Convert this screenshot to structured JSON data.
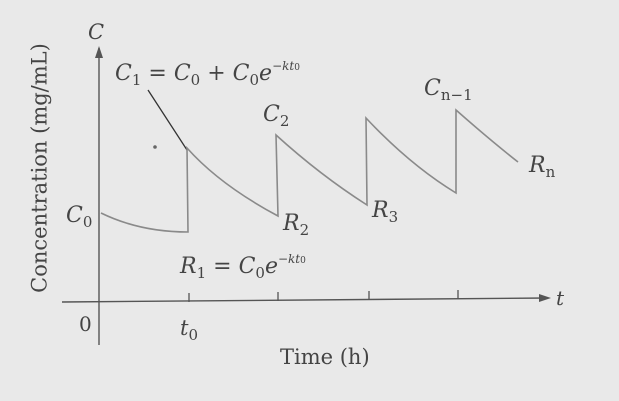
{
  "axes": {
    "y_symbol": "C",
    "x_symbol": "t",
    "y_label": "Concentration (mg/mL)",
    "x_label": "Time (h)",
    "origin": "0"
  },
  "labels": {
    "c0": {
      "sym": "C",
      "sub": "0"
    },
    "c1_formula": {
      "lhs_sym": "C",
      "lhs_sub": "1",
      "eq": "=",
      "t1_sym": "C",
      "t1_sub": "0",
      "plus": "+",
      "t2_sym": "C",
      "t2_sub": "0",
      "t2_e": "e",
      "exp": "−kt",
      "exp_sub": "0"
    },
    "c2": {
      "sym": "C",
      "sub": "2"
    },
    "cn1": {
      "sym": "C",
      "sub": "n−1"
    },
    "r1_formula": {
      "lhs_sym": "R",
      "lhs_sub": "1",
      "eq": "=",
      "t_sym": "C",
      "t_sub": "0",
      "t_e": "e",
      "exp": "−kt",
      "exp_sub": "0"
    },
    "r2": {
      "sym": "R",
      "sub": "2"
    },
    "r3": {
      "sym": "R",
      "sub": "3"
    },
    "rn": {
      "sym": "R",
      "sub": "n"
    },
    "t0": {
      "sym": "t",
      "sub": "0"
    }
  },
  "colors": {
    "axis": "#555555",
    "curve": "#8a8a8a",
    "text": "#444444",
    "background": "#e9e9e9"
  }
}
